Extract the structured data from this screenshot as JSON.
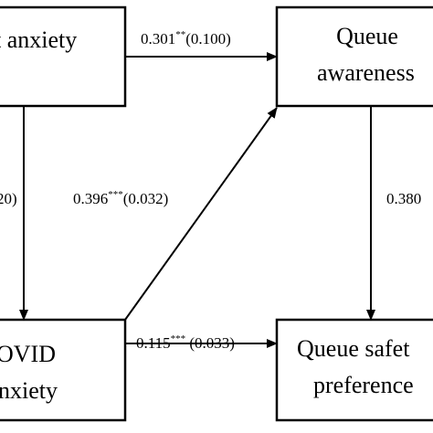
{
  "nodes": {
    "top_left": {
      "line1": "t anxiety"
    },
    "top_right": {
      "line1": "Queue",
      "line2": "awareness"
    },
    "bottom_left": {
      "line1": "OVID",
      "line2": "nxiety"
    },
    "bottom_right": {
      "line1": "Queue safet",
      "line2": "preference"
    }
  },
  "paths": {
    "top_left_to_top_right": {
      "coef": "0.301",
      "sig": "**",
      "se": "(0.100)"
    },
    "bottom_left_to_top_right": {
      "coef": "0.396",
      "sig": "***",
      "se": "(0.032)"
    },
    "bottom_left_to_bottom_right": {
      "coef": "0.115",
      "sig": "***",
      "se": " (0.033)"
    },
    "top_right_to_bottom_right": {
      "coef": "0.380"
    },
    "top_left_to_bottom_left": {
      "fragment": "20)"
    }
  }
}
